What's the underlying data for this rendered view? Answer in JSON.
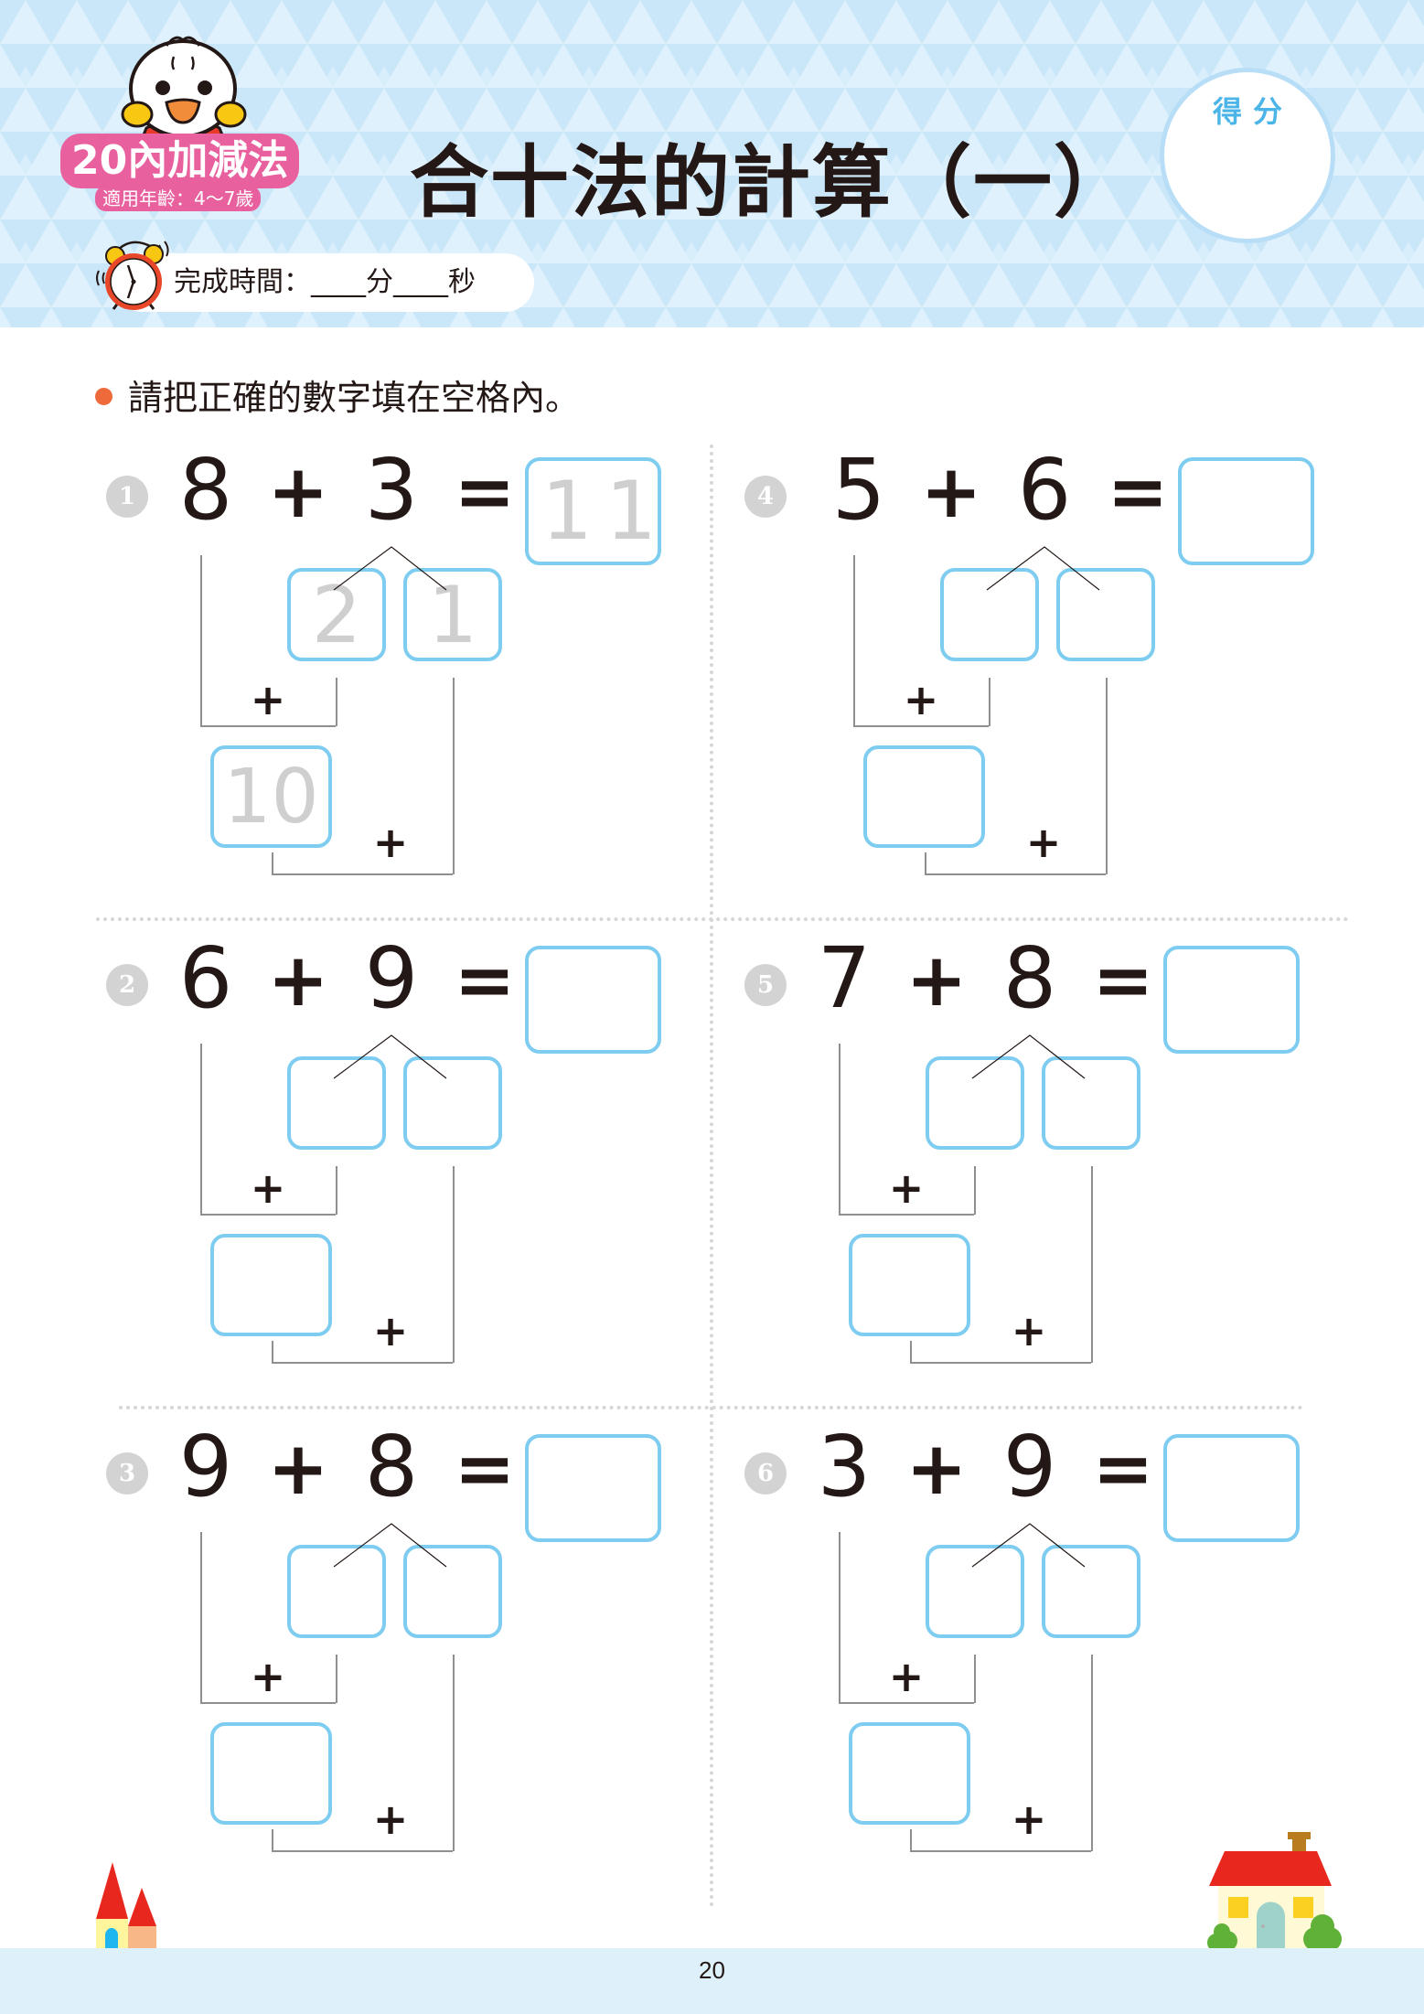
{
  "header": {
    "logo_title": "20內加減法",
    "logo_subtitle": "適用年齡：4～7歲",
    "page_title": "合十法的計算（一）",
    "timer_label": "完成時間：____分____秒",
    "score_label": "得分"
  },
  "instruction": "請把正確的數字填在空格內。",
  "colors": {
    "box_border": "#7ecdf1",
    "bullet": "#ee6a3a",
    "logo_pink": "#e8609e",
    "header_bg": "#d9eefb",
    "footer_bg": "#def0fa"
  },
  "problems": [
    {
      "number": "1",
      "a": "8",
      "op": "+",
      "b": "3",
      "eq": "=",
      "answer": "11",
      "split_left": "2",
      "split_right": "1",
      "ten_value": "10",
      "col": 0,
      "row": 0,
      "shift": 0
    },
    {
      "number": "2",
      "a": "6",
      "op": "+",
      "b": "9",
      "eq": "=",
      "answer": "",
      "split_left": "",
      "split_right": "",
      "ten_value": "",
      "col": 0,
      "row": 1,
      "shift": 0
    },
    {
      "number": "3",
      "a": "9",
      "op": "+",
      "b": "8",
      "eq": "=",
      "answer": "",
      "split_left": "",
      "split_right": "",
      "ten_value": "",
      "col": 0,
      "row": 2,
      "shift": 0
    },
    {
      "number": "4",
      "a": "5",
      "op": "+",
      "b": "6",
      "eq": "=",
      "answer": "",
      "split_left": "",
      "split_right": "",
      "ten_value": "",
      "col": 1,
      "row": 0,
      "shift": 16
    },
    {
      "number": "5",
      "a": "7",
      "op": "+",
      "b": "8",
      "eq": "=",
      "answer": "",
      "split_left": "",
      "split_right": "",
      "ten_value": "",
      "col": 1,
      "row": 1,
      "shift": 0
    },
    {
      "number": "6",
      "a": "3",
      "op": "+",
      "b": "9",
      "eq": "=",
      "answer": "",
      "split_left": "",
      "split_right": "",
      "ten_value": "",
      "col": 1,
      "row": 2,
      "shift": 0
    }
  ],
  "bracket_plus": "+",
  "footer": {
    "page_number": "20"
  }
}
